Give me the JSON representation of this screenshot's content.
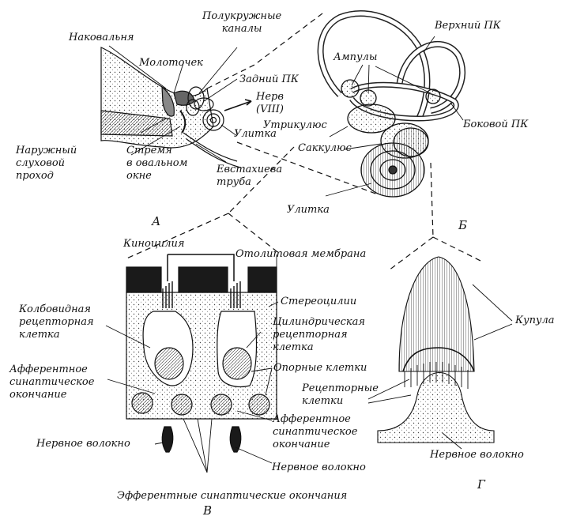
{
  "panels": {
    "a": "А",
    "b": "Б",
    "v": "В",
    "g": "Г"
  },
  "labels": {
    "incus": "Наковальня",
    "semicircular_canals": "Полукружные\nканалы",
    "upper_canal": "Верхний ПК",
    "malleus": "Молоточек",
    "ampullae": "Ампулы",
    "posterior_canal": "Задний ПК",
    "nerve": "Нерв\n(VIII)",
    "cochlea_a": "Улитка",
    "utricle": "Утрикулюс",
    "saccule": "Саккулюс",
    "lateral_canal": "Боковой ПК",
    "ear_canal": "Наружный\nслуховой\nпроход",
    "stapes": "Стремя\nв овальном\nокне",
    "eustachian_tube": "Евстахиева\nтруба",
    "cochlea_b": "Улитка",
    "kinocilia": "Киноцилия",
    "otolith_membrane": "Отолитовая мембрана",
    "stereocilia": "Стереоцилии",
    "flask_cell": "Колбовидная\nрецепторная\nклетка",
    "cylinder_cell": "Цилиндрическая\nрецепторная\nклетка",
    "cupula": "Купула",
    "support_cells": "Опорные клетки",
    "afferent_left": "Афферентное\nсинаптическое\nокончание",
    "receptor_cells": "Рецепторные\nклетки",
    "afferent_right": "Афферентное\nсинаптическое\nокончание",
    "nerve_fiber_left": "Нервное волокно",
    "nerve_fiber_g": "Нервное волокно",
    "nerve_fiber_v": "Нервное волокно",
    "efferent": "Эфферентные синаптические окончания"
  },
  "colors": {
    "ink": "#111111",
    "paper": "#ffffff",
    "shade": "#cfcfcf",
    "dark": "#1a1a1a"
  }
}
